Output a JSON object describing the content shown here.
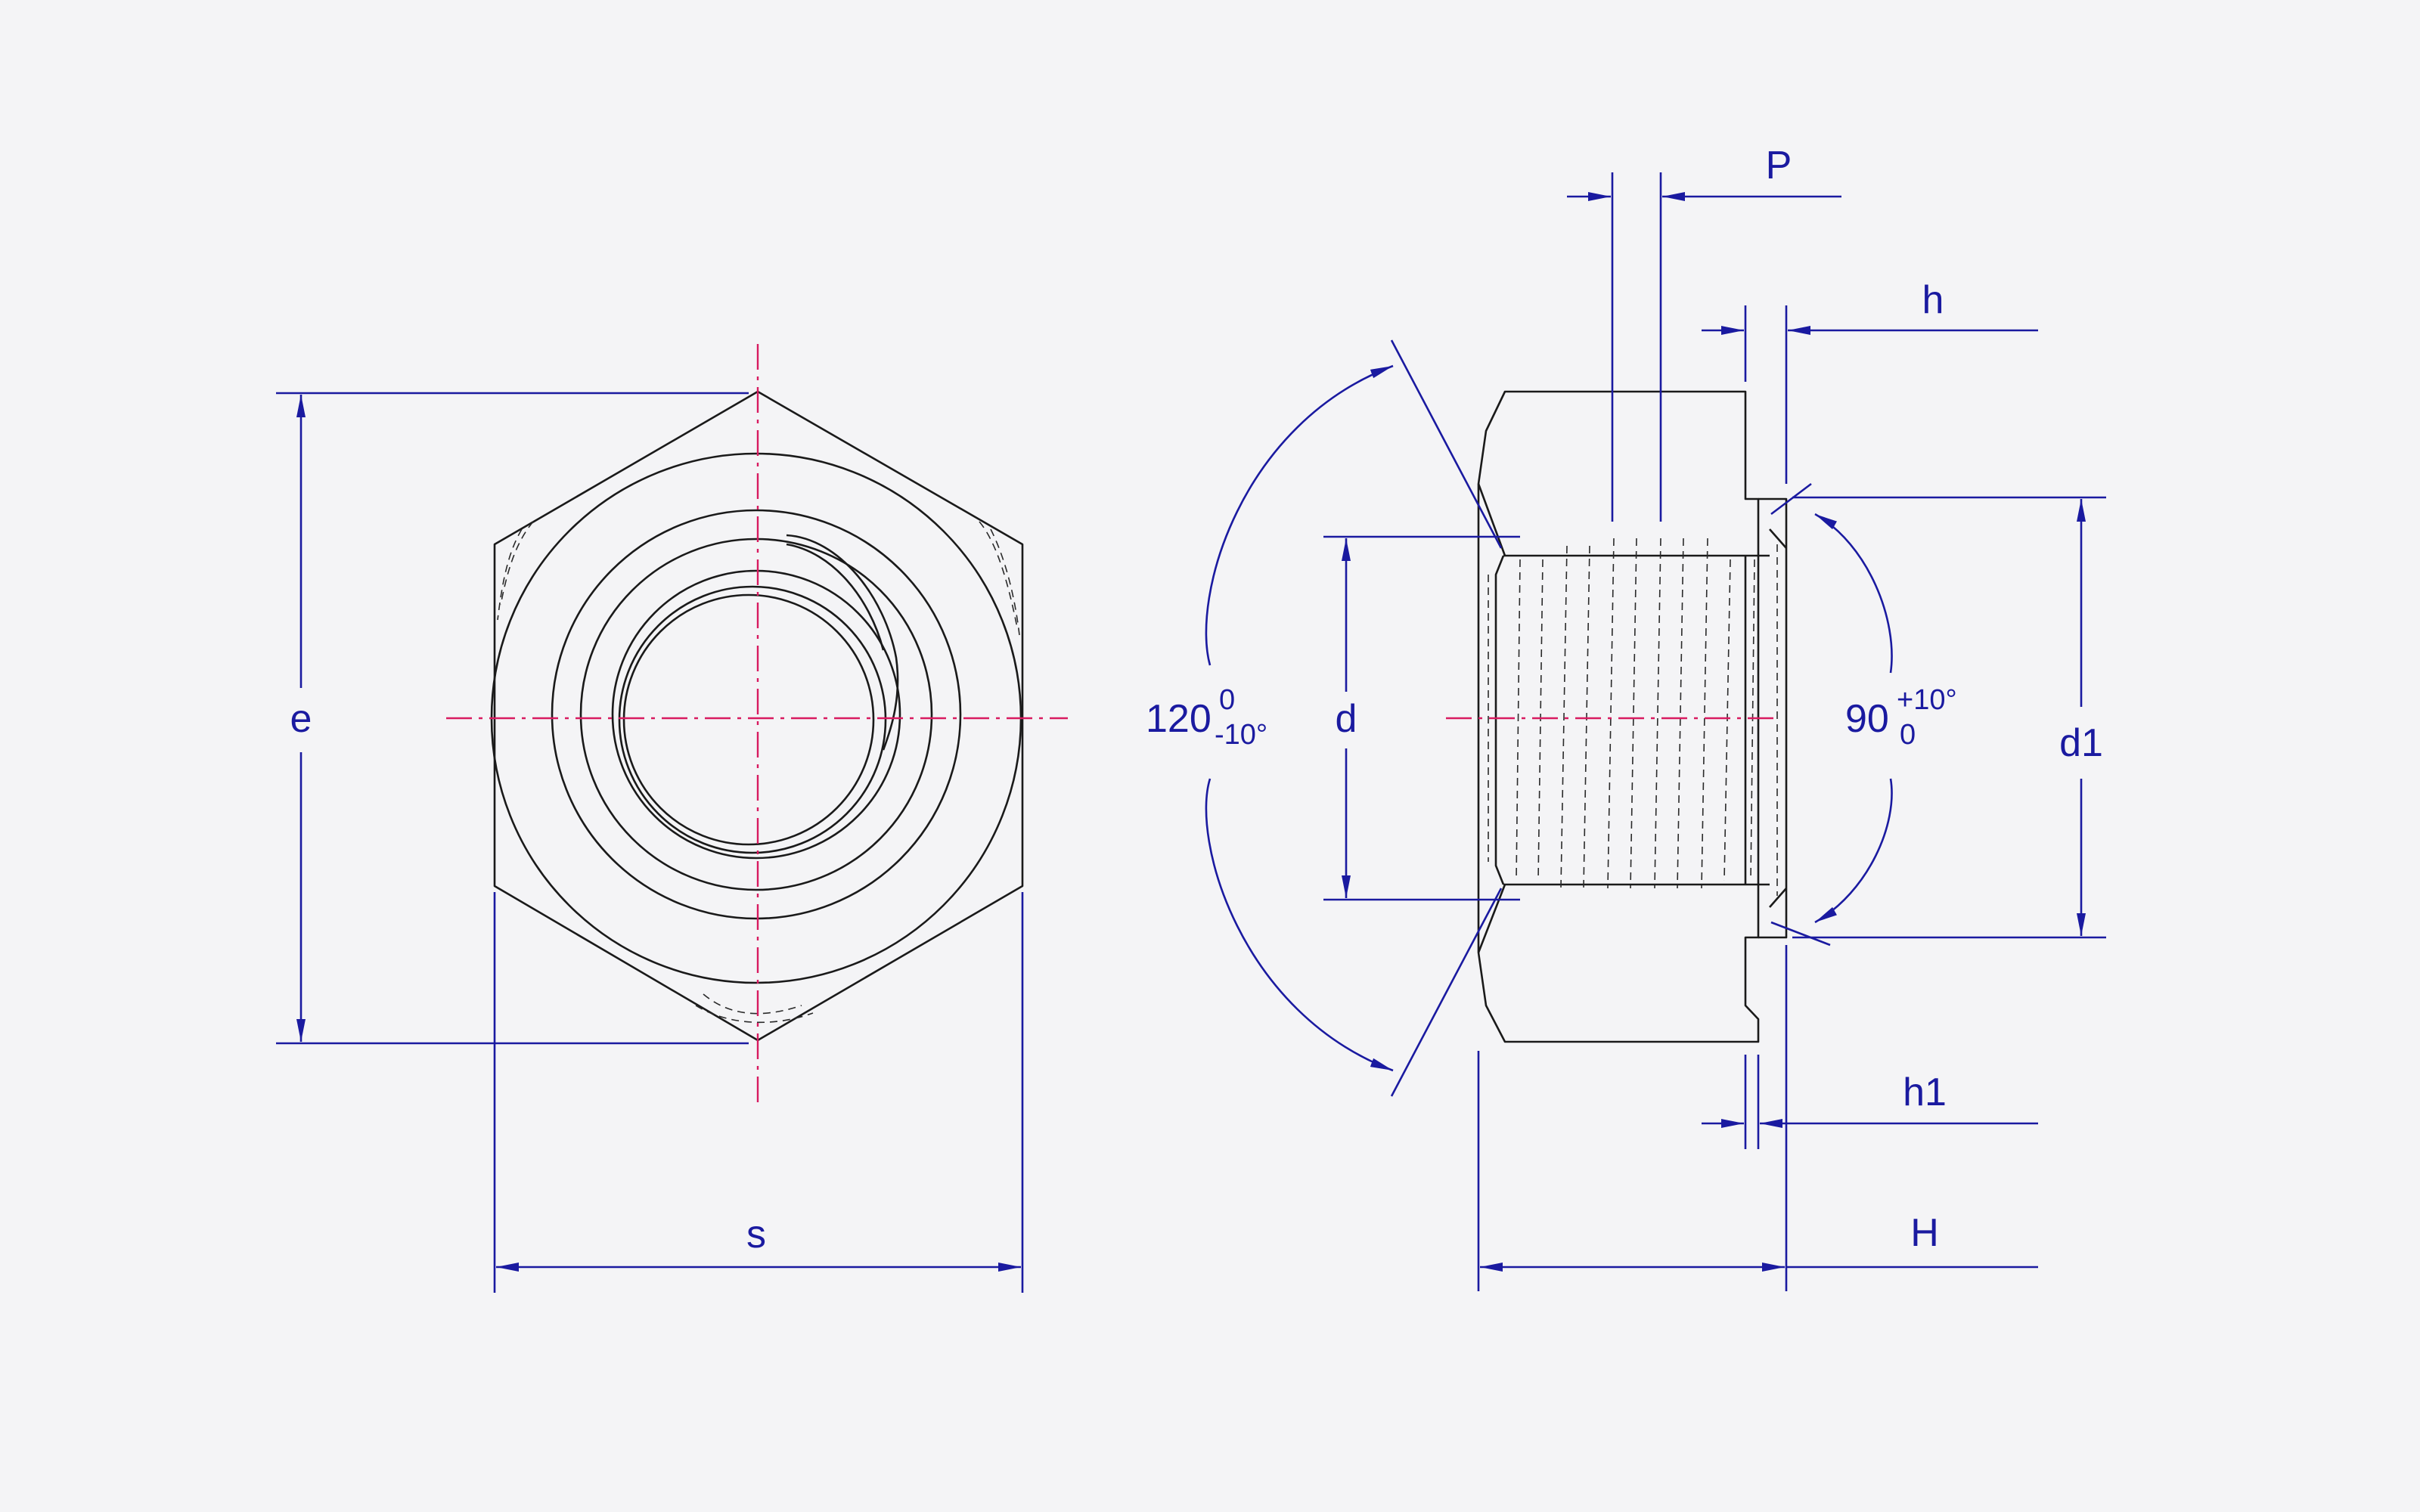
{
  "colors": {
    "background": "#f4f4f6",
    "object_line": "#1a1a1a",
    "dimension_line": "#1a1aa0",
    "center_line": "#d81b60"
  },
  "labels": {
    "e": "e",
    "s": "s",
    "P": "P",
    "h": "h",
    "h1": "h1",
    "H": "H",
    "d": "d",
    "d1": "d1",
    "angle_120": "120",
    "angle_120_upper": "0",
    "angle_120_lower": "-10°",
    "angle_90": "90",
    "angle_90_upper": "+10°",
    "angle_90_lower": "0"
  }
}
